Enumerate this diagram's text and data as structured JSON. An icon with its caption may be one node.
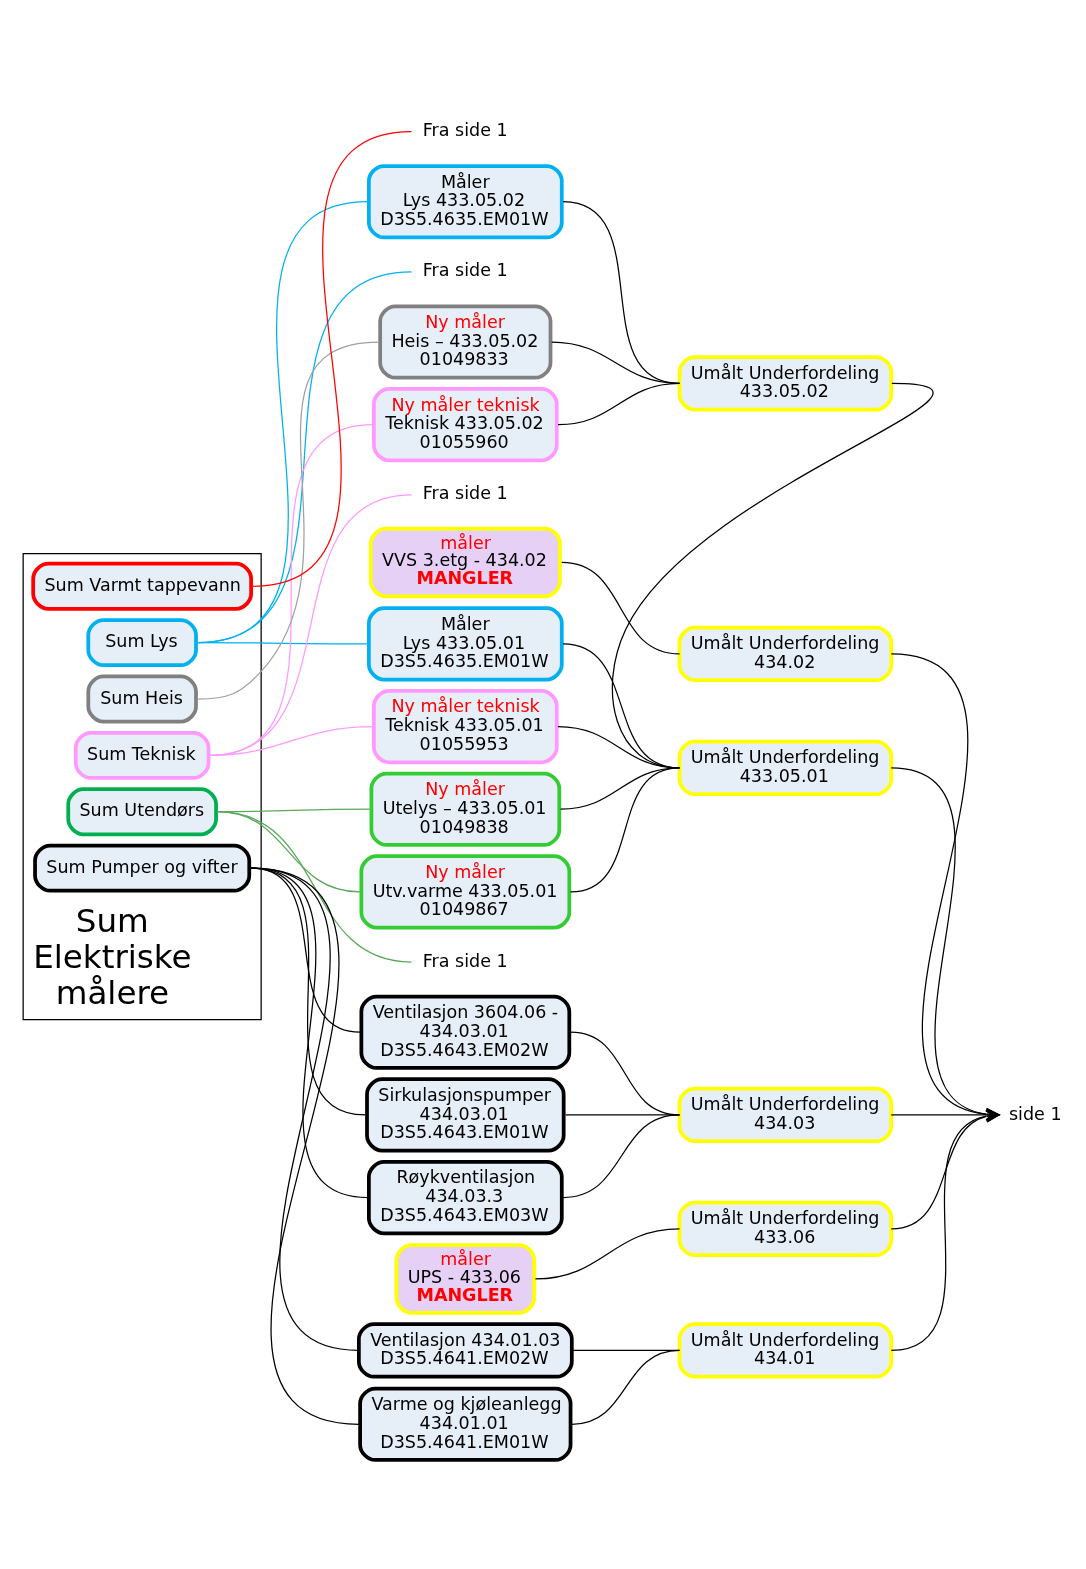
{
  "diagram": {
    "nodes": [
      {
        "text": [
          "Sum Elektriske målere"
        ]
      },
      {
        "text": [
          "Sum Lys"
        ],
        "in": 0
      },
      {
        "text": [
          "Sum Teknisk"
        ],
        "in": 0
      },
      {
        "text": [
          "Sum Utendørs"
        ],
        "in": 0
      },
      {
        "text": [
          "Sum Heis"
        ],
        "in": 0
      },
      {
        "text": [
          "Sum Pumper og vifter"
        ],
        "in": 0
      },
      {
        "text": [
          "Sum Varmt tappevann"
        ],
        "in": 0
      },
      {
        "text": [
          "Fra side 1"
        ]
      },
      {
        "text": [
          "Fra side 1"
        ]
      },
      {
        "text": [
          "Fra side 1"
        ]
      },
      {
        "text": [
          "Fra side 1"
        ]
      },
      {
        "text": [
          "Måler",
          "Lys 433.05.01 D3S5.4635.EM01W"
        ]
      },
      {
        "text": [
          "Ny måler teknisk",
          "Teknisk 433.05.01 01055953"
        ]
      },
      {
        "text": [
          "Ny måler",
          "Utv.varme 433.05.01 01049867"
        ]
      },
      {
        "text": [
          "Ny måler",
          "Utelys – 433.05.01 01049838"
        ]
      },
      {
        "text": [
          "Måler",
          "Lys 433.05.02 D3S5.4635.EM01W"
        ]
      },
      {
        "text": [
          "Ny måler teknisk",
          "Teknisk 433.05.02 01055960"
        ]
      },
      {
        "text": [
          "Ny måler",
          "Heis – 433.05.02 01049833"
        ]
      },
      {
        "text": [
          "måler",
          "UPS - 433.06",
          "MANGLER"
        ]
      },
      {
        "text": [
          "Varme og kjøleanlegg 434.01.01 D3S5.4641.EM01W"
        ]
      },
      {
        "text": [
          "Ventilasjon 434.01.03 D3S5.4641.EM02W"
        ]
      },
      {
        "text": [
          "måler",
          "VVS 3.etg - 434.02",
          "MANGLER"
        ]
      },
      {
        "text": [
          "Sirkulasjonspumper 434.03.01 D3S5.4643.EM01W"
        ]
      },
      {
        "text": [
          "Ventilasjon 3604.06 - 434.03.01 D3S5.4643.EM02W"
        ]
      },
      {
        "text": [
          "Røykventilasjon 434.03.3 D3S5.4643.EM03W"
        ]
      },
      {
        "text": [
          "Umålt Underfordeling 433.05.01"
        ]
      },
      {
        "text": [
          "Umålt Underfordeling 433.05.02"
        ]
      },
      {
        "text": [
          "Umålt Underfordeling 433.06"
        ]
      },
      {
        "text": [
          "Umålt Underfordeling 434.01"
        ]
      },
      {
        "text": [
          "Umålt Underfordeling 434.02"
        ]
      },
      {
        "text": [
          "Umålt Underfordeling 434.03"
        ]
      },
      {
        "text": [
          "side 1"
        ]
      }
    ],
    "edges": [
      {
        "from": 1,
        "to": 7,
        "arrow": "none",
        "color": "#00b0f0"
      },
      {
        "from": 1,
        "to": 11,
        "arrow": "none",
        "color": "#00b0f0"
      },
      {
        "from": 1,
        "to": 15,
        "arrow": "none",
        "color": "#00b0f0"
      },
      {
        "from": 2,
        "to": 8,
        "arrow": "none",
        "color": "#ff99ff"
      },
      {
        "from": 2,
        "to": 12,
        "arrow": "none",
        "color": "#ff99ff"
      },
      {
        "from": 2,
        "to": 16,
        "arrow": "none",
        "color": "#ff99ff"
      },
      {
        "from": 3,
        "to": 9,
        "arrow": "none",
        "color": "#5aa85a"
      },
      {
        "from": 3,
        "to": 13,
        "arrow": "none",
        "color": "#5aa85a"
      },
      {
        "from": 3,
        "to": 14,
        "arrow": "none",
        "color": "#5aa85a"
      },
      {
        "from": 4,
        "to": 17,
        "arrow": "none",
        "color": "#a0a0a0"
      },
      {
        "from": 5,
        "to": 19,
        "arrow": "none"
      },
      {
        "from": 5,
        "to": 20,
        "arrow": "none"
      },
      {
        "from": 5,
        "to": 22,
        "arrow": "none"
      },
      {
        "from": 5,
        "to": 23,
        "arrow": "none"
      },
      {
        "from": 5,
        "to": 24,
        "arrow": "none"
      },
      {
        "from": 6,
        "to": 10,
        "arrow": "none",
        "color": "#ff0000"
      },
      {
        "from": 11,
        "to": 25,
        "arrow": "none"
      },
      {
        "from": 12,
        "to": 25,
        "arrow": "none"
      },
      {
        "from": 13,
        "to": 25,
        "arrow": "none"
      },
      {
        "from": 14,
        "to": 25,
        "arrow": "none"
      },
      {
        "from": 15,
        "to": 26,
        "arrow": "none"
      },
      {
        "from": 16,
        "to": 26,
        "arrow": "none"
      },
      {
        "from": 17,
        "to": 26,
        "arrow": "none"
      },
      {
        "from": 18,
        "to": 27,
        "arrow": "none"
      },
      {
        "from": 19,
        "to": 28,
        "arrow": "none"
      },
      {
        "from": 20,
        "to": 28,
        "arrow": "none"
      },
      {
        "from": 21,
        "to": 29,
        "arrow": "none"
      },
      {
        "from": 22,
        "to": 30,
        "arrow": "none"
      },
      {
        "from": 23,
        "to": 30,
        "arrow": "none"
      },
      {
        "from": 24,
        "to": 30,
        "arrow": "none"
      },
      {
        "from": 26,
        "to": 25,
        "arrow": "none"
      },
      {
        "from": 25,
        "to": 31,
        "arrow": "to"
      },
      {
        "from": 27,
        "to": 31,
        "arrow": "to"
      },
      {
        "from": 28,
        "to": 31,
        "arrow": "to"
      },
      {
        "from": 29,
        "to": 31,
        "arrow": "to"
      },
      {
        "from": 30,
        "to": 31,
        "arrow": "to"
      }
    ]
  }
}
